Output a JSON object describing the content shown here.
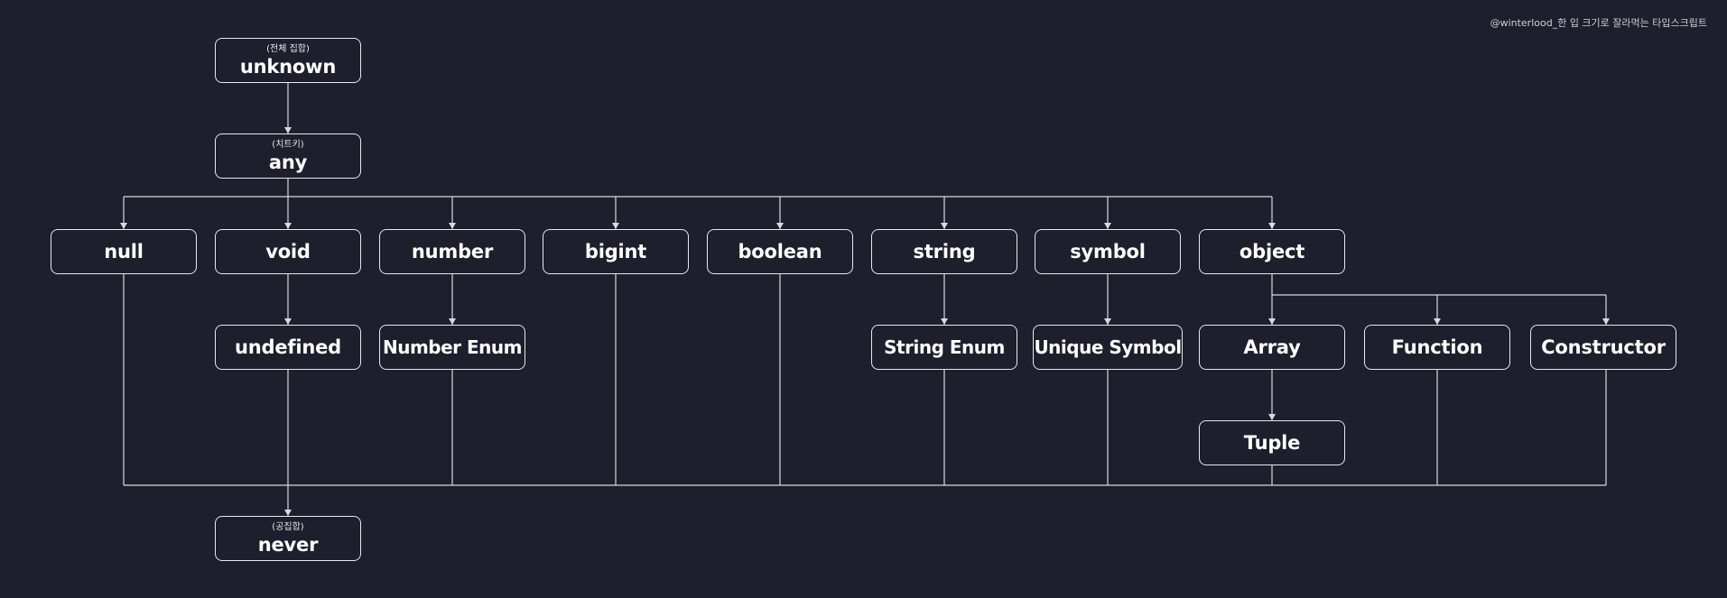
{
  "watermark": "@winterlood_한 입 크기로 잘라먹는 타입스크립트",
  "nodes": {
    "unknown": {
      "label": "unknown",
      "sub": "(전체 집합)"
    },
    "any": {
      "label": "any",
      "sub": "(치트키)"
    },
    "null": {
      "label": "null"
    },
    "void": {
      "label": "void"
    },
    "number": {
      "label": "number"
    },
    "bigint": {
      "label": "bigint"
    },
    "boolean": {
      "label": "boolean"
    },
    "string": {
      "label": "string"
    },
    "symbol": {
      "label": "symbol"
    },
    "object": {
      "label": "object"
    },
    "undefined": {
      "label": "undefined"
    },
    "number_enum": {
      "label": "Number Enum"
    },
    "string_enum": {
      "label": "String Enum"
    },
    "unique_symbol": {
      "label": "Unique Symbol"
    },
    "array": {
      "label": "Array"
    },
    "function": {
      "label": "Function"
    },
    "constructor": {
      "label": "Constructor"
    },
    "tuple": {
      "label": "Tuple"
    },
    "never": {
      "label": "never",
      "sub": "(공집합)"
    }
  },
  "edges": [
    [
      "unknown",
      "any"
    ],
    [
      "any",
      "null"
    ],
    [
      "any",
      "void"
    ],
    [
      "any",
      "number"
    ],
    [
      "any",
      "bigint"
    ],
    [
      "any",
      "boolean"
    ],
    [
      "any",
      "string"
    ],
    [
      "any",
      "symbol"
    ],
    [
      "any",
      "object"
    ],
    [
      "void",
      "undefined"
    ],
    [
      "number",
      "number_enum"
    ],
    [
      "string",
      "string_enum"
    ],
    [
      "symbol",
      "unique_symbol"
    ],
    [
      "object",
      "array"
    ],
    [
      "object",
      "function"
    ],
    [
      "object",
      "constructor"
    ],
    [
      "array",
      "tuple"
    ],
    [
      "null",
      "never"
    ],
    [
      "undefined",
      "never"
    ],
    [
      "number_enum",
      "never"
    ],
    [
      "bigint",
      "never"
    ],
    [
      "boolean",
      "never"
    ],
    [
      "string_enum",
      "never"
    ],
    [
      "unique_symbol",
      "never"
    ],
    [
      "tuple",
      "never"
    ],
    [
      "function",
      "never"
    ],
    [
      "constructor",
      "never"
    ]
  ]
}
